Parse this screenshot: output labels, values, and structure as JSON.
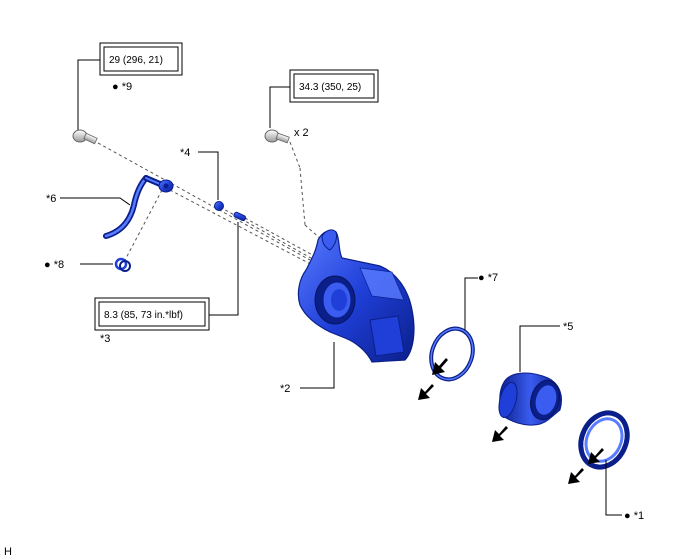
{
  "figure_id": "H",
  "torque_specs": {
    "t1": "29 (296, 21)",
    "t2": "34.3 (350, 25)",
    "t3": "8.3 (85, 73 in.*lbf)"
  },
  "quantity_note": "x 2",
  "callouts": {
    "c1": "*1",
    "c2": "*2",
    "c3": "*3",
    "c4": "*4",
    "c5": "*5",
    "c6": "*6",
    "c7": "*7",
    "c8": "*8",
    "c9": "*9"
  },
  "colors": {
    "part_blue": "#1f3fd8",
    "part_dark": "#0b1f8a",
    "part_light": "#5a7cff",
    "bolt": "#d8d8d8",
    "arrow": "#000000"
  }
}
